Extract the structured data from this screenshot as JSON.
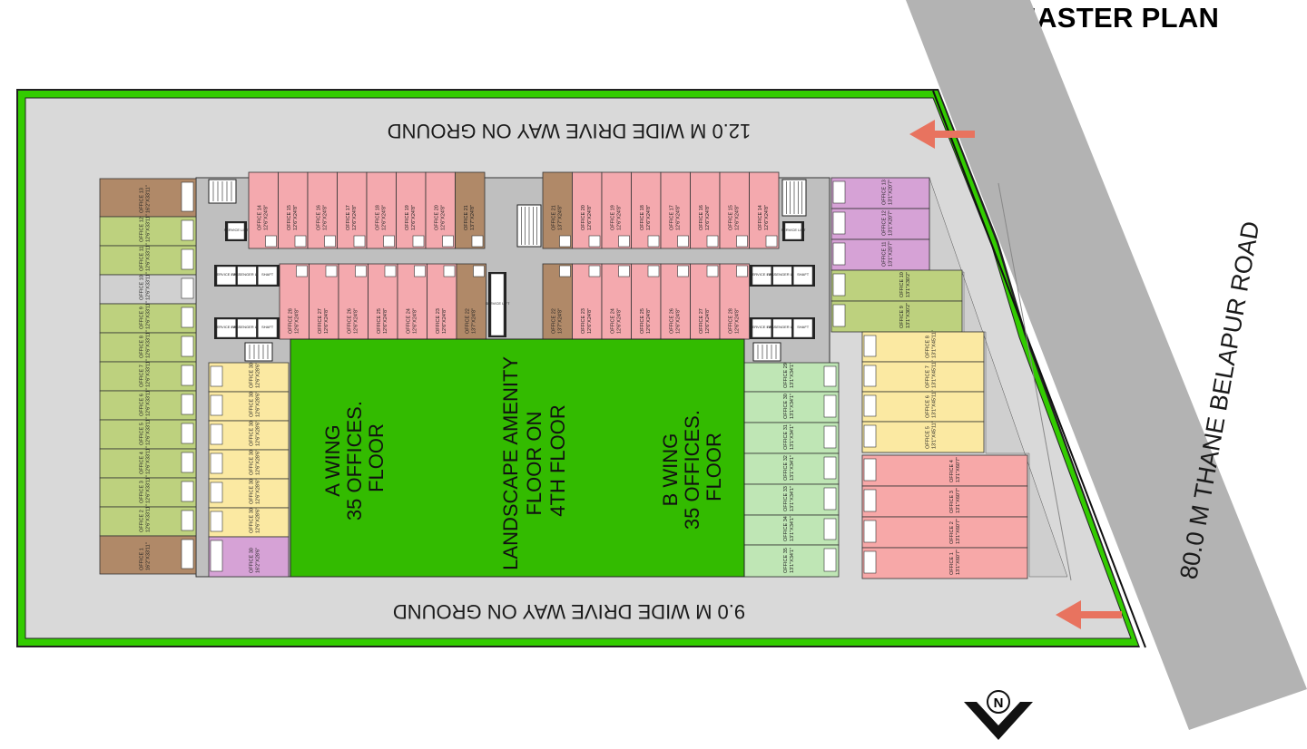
{
  "title": "MASTER PLAN",
  "roads": {
    "top_driveway": "12.0 M WIDE DRIVE WAY ON GROUND",
    "bottom_driveway": "9.0 M WIDE DRIVE WAY ON GROUND",
    "main_road": "80.0 M THANE BELAPUR ROAD"
  },
  "wings": {
    "a_wing": [
      "A WING",
      "35 OFFICES.",
      "FLOOR"
    ],
    "amenity": [
      "LANDSCAPE AMENITY",
      "FLOOR ON",
      "4TH FLOOR"
    ],
    "b_wing": [
      "B WING",
      "35 OFFICES.",
      "FLOOR"
    ]
  },
  "compass": "N",
  "colors": {
    "boundary_green": "#33cc00",
    "landscape_green": "#33bb00",
    "driveway_gray": "#d9d9d9",
    "road_gray": "#b3b3b3",
    "office_pink": "#f4a9ae",
    "office_brown": "#b08968",
    "office_olive": "#bdd17e",
    "office_yellow": "#fbe9a2",
    "office_light_green": "#bfe6b5",
    "office_purple": "#d6a2d6",
    "office_salmon": "#f7a8a8",
    "arrow": "#e8735f"
  },
  "offices": {
    "a_top_row": [
      {
        "name": "OFFICE 14",
        "size": "12'6\"X24'8\""
      },
      {
        "name": "OFFICE 15",
        "size": "12'6\"X24'8\""
      },
      {
        "name": "OFFICE 16",
        "size": "12'6\"X24'8\""
      },
      {
        "name": "OFFICE 17",
        "size": "12'6\"X24'8\""
      },
      {
        "name": "OFFICE 18",
        "size": "12'6\"X24'8\""
      },
      {
        "name": "OFFICE 19",
        "size": "12'6\"X24'8\""
      },
      {
        "name": "OFFICE 20",
        "size": "12'6\"X24'8\""
      },
      {
        "name": "OFFICE 21",
        "size": "13'7\"X24'8\""
      }
    ],
    "a_mid_row": [
      {
        "name": "OFFICE 28",
        "size": "12'6\"X24'8\""
      },
      {
        "name": "OFFICE 27",
        "size": "12'6\"X24'8\""
      },
      {
        "name": "OFFICE 26",
        "size": "12'6\"X24'8\""
      },
      {
        "name": "OFFICE 25",
        "size": "12'6\"X24'8\""
      },
      {
        "name": "OFFICE 24",
        "size": "12'6\"X24'8\""
      },
      {
        "name": "OFFICE 23",
        "size": "12'6\"X24'8\""
      },
      {
        "name": "OFFICE 22",
        "size": "13'7\"X24'8\""
      }
    ],
    "b_top_row": [
      {
        "name": "OFFICE 21",
        "size": "13'7\"X24'8\""
      },
      {
        "name": "OFFICE 20",
        "size": "12'6\"X24'8\""
      },
      {
        "name": "OFFICE 19",
        "size": "12'6\"X24'8\""
      },
      {
        "name": "OFFICE 18",
        "size": "12'6\"X24'8\""
      },
      {
        "name": "OFFICE 17",
        "size": "12'6\"X24'8\""
      },
      {
        "name": "OFFICE 16",
        "size": "12'6\"X24'8\""
      },
      {
        "name": "OFFICE 15",
        "size": "12'6\"X24'8\""
      },
      {
        "name": "OFFICE 14",
        "size": "12'6\"X24'8\""
      }
    ],
    "b_mid_row": [
      {
        "name": "OFFICE 22",
        "size": "13'7\"X24'8\""
      },
      {
        "name": "OFFICE 23",
        "size": "12'6\"X24'8\""
      },
      {
        "name": "OFFICE 24",
        "size": "12'6\"X24'8\""
      },
      {
        "name": "OFFICE 25",
        "size": "12'6\"X24'8\""
      },
      {
        "name": "OFFICE 26",
        "size": "12'6\"X24'8\""
      },
      {
        "name": "OFFICE 27",
        "size": "12'6\"X24'8\""
      },
      {
        "name": "OFFICE 28",
        "size": "12'6\"X24'8\""
      }
    ],
    "a_left_column": [
      {
        "name": "OFFICE 13",
        "size": "16'2\"X33'11\"",
        "color": "brown"
      },
      {
        "name": "OFFICE 12",
        "size": "12'6\"X33'11\"",
        "color": "olive"
      },
      {
        "name": "OFFICE 11",
        "size": "12'6\"X33'11\"",
        "color": "olive"
      },
      {
        "name": "OFFICE 10",
        "size": "12'6\"X33'11\"",
        "color": "gray"
      },
      {
        "name": "OFFICE 9",
        "size": "12'6\"X33'11\"",
        "color": "olive"
      },
      {
        "name": "OFFICE 8",
        "size": "12'6\"X33'11\"",
        "color": "olive"
      },
      {
        "name": "OFFICE 7",
        "size": "12'6\"X33'11\"",
        "color": "olive"
      },
      {
        "name": "OFFICE 6",
        "size": "12'6\"X33'11\"",
        "color": "olive"
      },
      {
        "name": "OFFICE 5",
        "size": "12'6\"X33'11\"",
        "color": "olive"
      },
      {
        "name": "OFFICE 4",
        "size": "12'6\"X33'11\"",
        "color": "olive"
      },
      {
        "name": "OFFICE 3",
        "size": "12'6\"X33'11\"",
        "color": "olive"
      },
      {
        "name": "OFFICE 2",
        "size": "12'6\"X33'11\"",
        "color": "olive"
      },
      {
        "name": "OFFICE 1",
        "size": "16'2\"X33'11\"",
        "color": "brown"
      }
    ],
    "a_inner_column": [
      {
        "name": "OFFICE 30",
        "size": "12'6\"X28'6\"",
        "color": "yellow"
      },
      {
        "name": "OFFICE 30",
        "size": "12'6\"X28'6\"",
        "color": "yellow"
      },
      {
        "name": "OFFICE 30",
        "size": "12'6\"X28'6\"",
        "color": "yellow"
      },
      {
        "name": "OFFICE 30",
        "size": "12'6\"X28'6\"",
        "color": "yellow"
      },
      {
        "name": "OFFICE 30",
        "size": "12'6\"X28'6\"",
        "color": "yellow"
      },
      {
        "name": "OFFICE 30",
        "size": "12'6\"X28'6\"",
        "color": "yellow"
      },
      {
        "name": "OFFICE 30",
        "size": "16'2\"X28'6\"",
        "color": "purple"
      }
    ],
    "b_inner_column": [
      {
        "name": "OFFICE 29",
        "size": "13'1\"X34'1\""
      },
      {
        "name": "OFFICE 30",
        "size": "13'1\"X34'1\""
      },
      {
        "name": "OFFICE 31",
        "size": "13'1\"X34'1\""
      },
      {
        "name": "OFFICE 32",
        "size": "13'1\"X34'1\""
      },
      {
        "name": "OFFICE 33",
        "size": "13'1\"X34'1\""
      },
      {
        "name": "OFFICE 34",
        "size": "13'1\"X34'1\""
      },
      {
        "name": "OFFICE 35",
        "size": "13'1\"X34'1\""
      }
    ],
    "b_right_purple": [
      {
        "name": "OFFICE 13",
        "size": "13'1\"X20'7\""
      },
      {
        "name": "OFFICE 12",
        "size": "13'1\"X20'7\""
      },
      {
        "name": "OFFICE 11",
        "size": "13'1\"X20'7\""
      }
    ],
    "b_right_olive": [
      {
        "name": "OFFICE 10",
        "size": "13'1\"X30'2\""
      },
      {
        "name": "OFFICE 9",
        "size": "13'1\"X30'2\""
      }
    ],
    "b_right_yellow": [
      {
        "name": "OFFICE 8",
        "size": "13'1\"X45'11\""
      },
      {
        "name": "OFFICE 7",
        "size": "13'1\"X45'11\""
      },
      {
        "name": "OFFICE 6",
        "size": "13'1\"X45'11\""
      },
      {
        "name": "OFFICE 5",
        "size": "13'1\"X45'11\""
      }
    ],
    "b_right_salmon": [
      {
        "name": "OFFICE 4",
        "size": "13'1\"X60'7\""
      },
      {
        "name": "OFFICE 3",
        "size": "13'1\"X60'7\""
      },
      {
        "name": "OFFICE 2",
        "size": "13'1\"X60'7\""
      },
      {
        "name": "OFFICE 1",
        "size": "13'1\"X60'7\""
      }
    ]
  },
  "lift_labels": [
    "SERVICE LIFT",
    "PASSENGER LIFT",
    "SHAFT"
  ]
}
